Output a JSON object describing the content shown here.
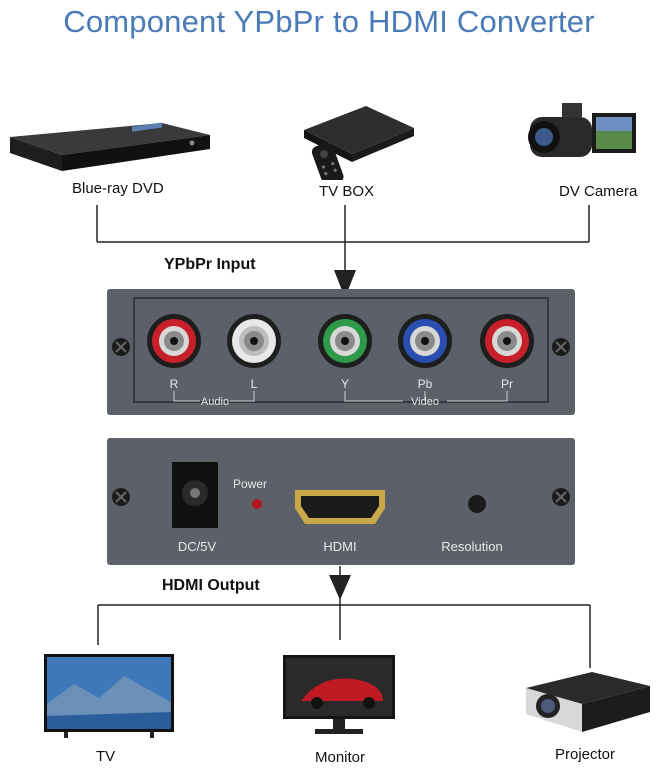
{
  "title": "Component YPbPr to HDMI Converter",
  "sources": [
    {
      "label": "Blue-ray DVD",
      "icon": "bluray-player-icon"
    },
    {
      "label": "TV BOX",
      "icon": "tv-box-icon"
    },
    {
      "label": "DV Camera",
      "icon": "camcorder-icon"
    }
  ],
  "input_label": "YPbPr Input",
  "input_panel": {
    "jacks": [
      {
        "label": "R",
        "color": "#c8202a"
      },
      {
        "label": "L",
        "color": "#e8e8e8"
      },
      {
        "label": "Y",
        "color": "#2e9a4a"
      },
      {
        "label": "Pb",
        "color": "#2a4fb0"
      },
      {
        "label": "Pr",
        "color": "#c8202a"
      }
    ],
    "group_audio": "Audio",
    "group_video": "Video"
  },
  "output_panel": {
    "dc_label": "DC/5V",
    "power_label": "Power",
    "hdmi_label": "HDMI",
    "resolution_label": "Resolution"
  },
  "output_label": "HDMI Output",
  "outputs": [
    {
      "label": "TV",
      "icon": "tv-icon"
    },
    {
      "label": "Monitor",
      "icon": "monitor-icon"
    },
    {
      "label": "Projector",
      "icon": "projector-icon"
    }
  ]
}
